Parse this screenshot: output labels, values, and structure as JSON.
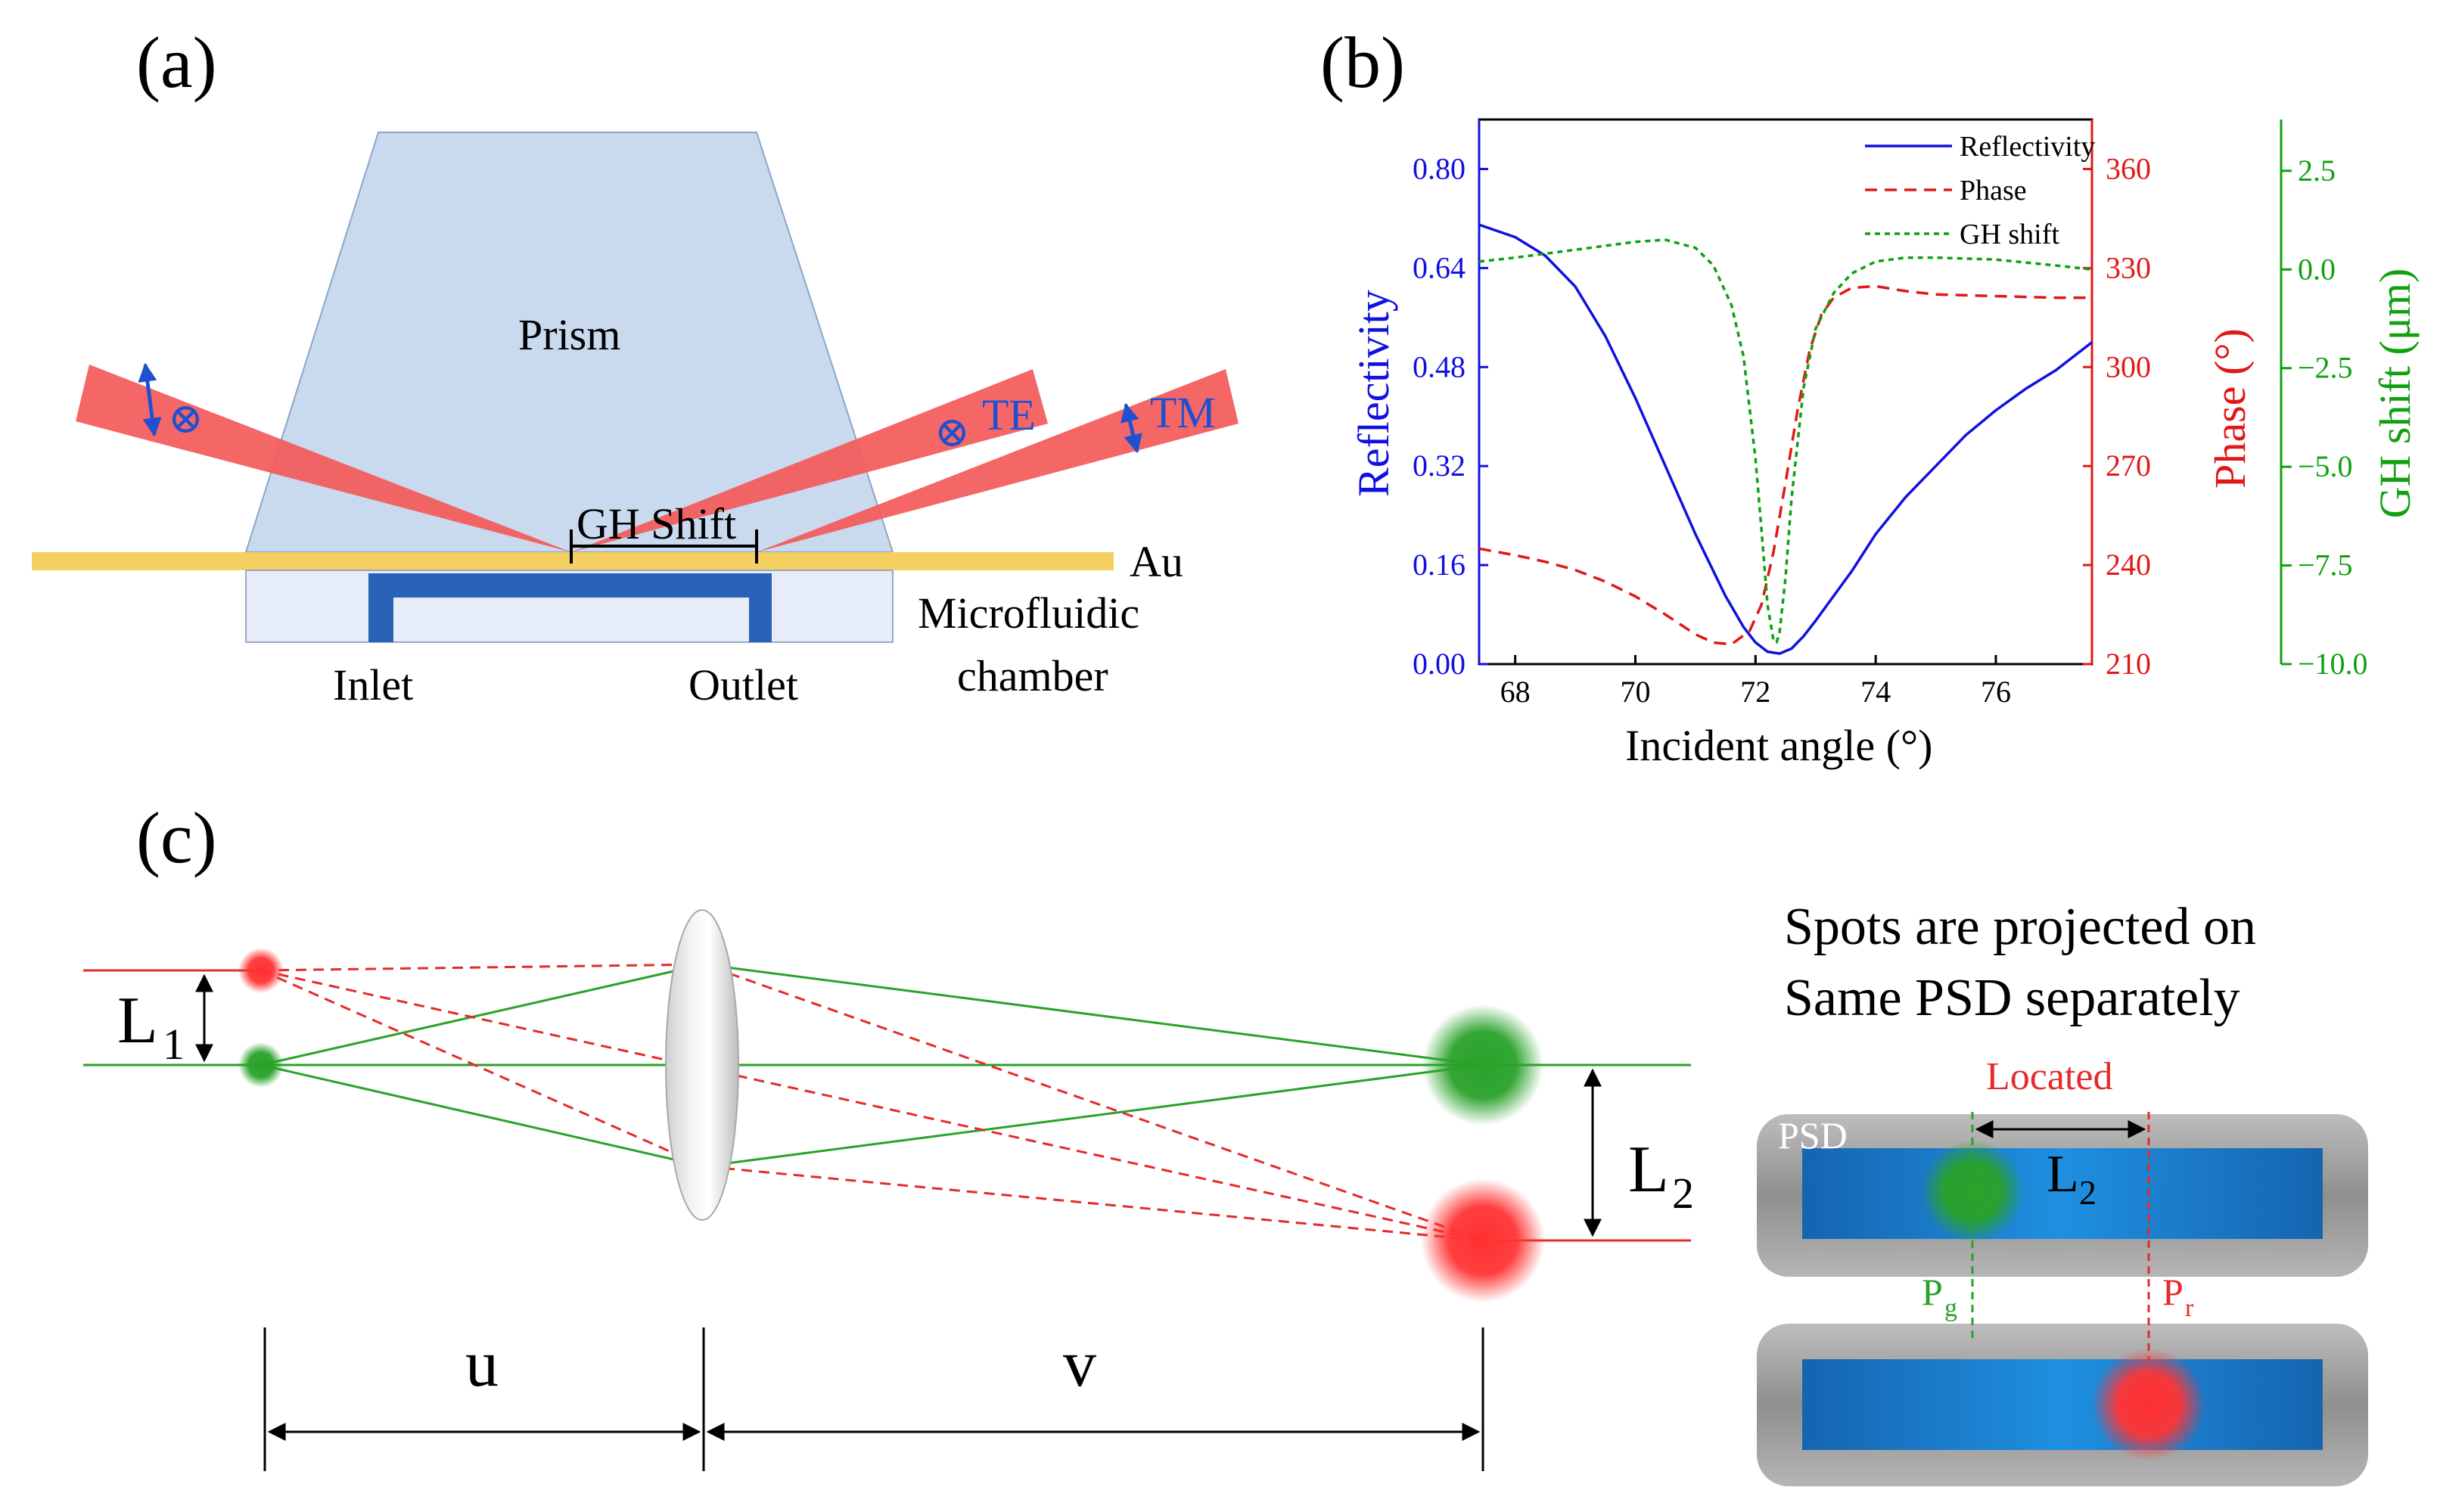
{
  "panel_labels": {
    "a": "(a)",
    "b": "(b)",
    "c": "(c)"
  },
  "panel_a": {
    "prism": "Prism",
    "te": "TE",
    "tm": "TM",
    "gh_shift": "GH Shift",
    "au": "Au",
    "microfluidic_line1": "Microfluidic",
    "microfluidic_line2": "chamber",
    "inlet": "Inlet",
    "outlet": "Outlet",
    "polarization_symbol": "⊗",
    "colors": {
      "prism": "#c9d9ee",
      "beam": "#f45a5a",
      "gold": "#f5d060",
      "channel": "#2a62b8",
      "chamber": "#e6ecf8"
    }
  },
  "chart_data": {
    "type": "line",
    "xlabel": "Incident angle (°)",
    "xlim": [
      67.4,
      77.6
    ],
    "xticks": [
      68,
      70,
      72,
      74,
      76
    ],
    "axes": [
      {
        "label": "Reflectivity",
        "color": "#1010e0",
        "lim": [
          0.0,
          0.88
        ],
        "ticks": [
          "0.00",
          "0.16",
          "0.32",
          "0.48",
          "0.64",
          "0.80"
        ],
        "tick_values": [
          0.0,
          0.16,
          0.32,
          0.48,
          0.64,
          0.8
        ]
      },
      {
        "label": "Phase (°)",
        "color": "#e01818",
        "lim": [
          210,
          375
        ],
        "ticks": [
          "210",
          "240",
          "270",
          "300",
          "330",
          "360"
        ],
        "tick_values": [
          210,
          240,
          270,
          300,
          330,
          360
        ]
      },
      {
        "label": "GH shift (μm)",
        "color": "#10a010",
        "lim": [
          -10.0,
          3.8
        ],
        "ticks": [
          "−10.0",
          "−7.5",
          "−5.0",
          "−2.5",
          "0.0",
          "2.5"
        ],
        "tick_values": [
          -10.0,
          -7.5,
          -5.0,
          -2.5,
          0.0,
          2.5
        ]
      }
    ],
    "series": [
      {
        "name": "Reflectivity",
        "axis": 0,
        "color": "#1010e0",
        "dash": "solid",
        "x": [
          67.4,
          68,
          68.5,
          69,
          69.5,
          70,
          70.5,
          71,
          71.5,
          71.8,
          72.0,
          72.2,
          72.4,
          72.6,
          72.8,
          73.0,
          73.3,
          73.6,
          74.0,
          74.5,
          75.0,
          75.5,
          76.0,
          76.5,
          77.0,
          77.6
        ],
        "y": [
          0.71,
          0.69,
          0.66,
          0.61,
          0.53,
          0.43,
          0.32,
          0.21,
          0.11,
          0.06,
          0.035,
          0.02,
          0.017,
          0.025,
          0.045,
          0.07,
          0.11,
          0.15,
          0.21,
          0.27,
          0.32,
          0.37,
          0.41,
          0.445,
          0.475,
          0.52
        ]
      },
      {
        "name": "Phase",
        "axis": 1,
        "color": "#e01818",
        "dash": "long",
        "x": [
          67.4,
          68,
          68.5,
          69,
          69.5,
          70,
          70.5,
          71,
          71.3,
          71.6,
          71.9,
          72.1,
          72.3,
          72.5,
          72.7,
          72.9,
          73.1,
          73.3,
          73.6,
          74.0,
          74.5,
          75.0,
          76.0,
          77.0,
          77.6
        ],
        "y": [
          245,
          243,
          241,
          238.5,
          235,
          230.5,
          225,
          219,
          216.5,
          216,
          220,
          228,
          244,
          265,
          287,
          305,
          316,
          321,
          324,
          324.5,
          323,
          322,
          321.5,
          321,
          321
        ]
      },
      {
        "name": "GH shift",
        "axis": 2,
        "color": "#10a010",
        "dash": "short",
        "x": [
          67.4,
          68,
          69,
          70,
          70.5,
          71,
          71.3,
          71.6,
          71.8,
          72.0,
          72.1,
          72.2,
          72.3,
          72.35,
          72.4,
          72.5,
          72.6,
          72.8,
          73.0,
          73.3,
          73.6,
          74.0,
          74.5,
          75.0,
          76.0,
          77.0,
          77.6
        ],
        "y": [
          0.2,
          0.3,
          0.5,
          0.7,
          0.75,
          0.55,
          0.1,
          -0.9,
          -2.2,
          -4.8,
          -6.6,
          -8.5,
          -9.4,
          -9.45,
          -9.2,
          -7.8,
          -5.8,
          -3.0,
          -1.5,
          -0.6,
          -0.1,
          0.2,
          0.3,
          0.3,
          0.25,
          0.1,
          0.0
        ]
      }
    ],
    "legend": {
      "placement": "top-right",
      "entries": [
        "Reflectivity",
        "Phase",
        "GH shift"
      ]
    }
  },
  "panel_c": {
    "L1": "L",
    "L1_sub": "1",
    "L2": "L",
    "L2_sub": "2",
    "u": "u",
    "v": "v",
    "caption_line1": "Spots are projected on",
    "caption_line2": "Same PSD separately",
    "located": "Located",
    "psd": "PSD",
    "psd_L2": "L",
    "psd_L2_sub": "2",
    "pg": "P",
    "pg_sub": "g",
    "pr": "P",
    "pr_sub": "r",
    "colors": {
      "red_ray": "#e52b2b",
      "green_ray": "#2aa22a",
      "psd_frame": "#9a9a9a",
      "psd_detector": "#1470c0"
    }
  }
}
